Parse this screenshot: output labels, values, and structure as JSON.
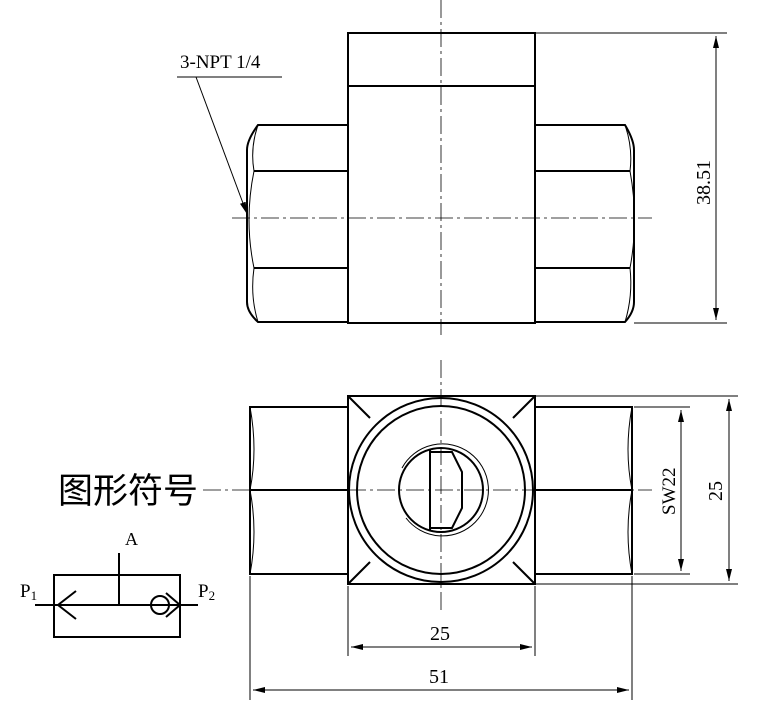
{
  "callout": {
    "thread": "3-NPT 1/4"
  },
  "dimensions": {
    "height": "38.51",
    "width_across": "SW22",
    "body_width": "25",
    "body_width_bottom": "25",
    "total_length": "51"
  },
  "symbol": {
    "title": "图形符号",
    "port_a": "A",
    "port_p1_main": "P",
    "port_p1_sub": "1",
    "port_p2_main": "P",
    "port_p2_sub": "2"
  }
}
